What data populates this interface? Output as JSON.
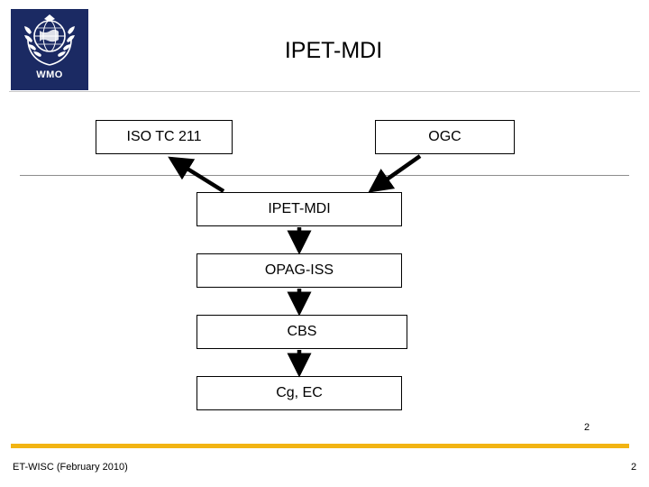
{
  "slide": {
    "title": "IPET-MDI",
    "logo": {
      "label": "WMO"
    },
    "footer": {
      "text": "ET-WISC (February 2010)",
      "page_number_top": "2",
      "page_number_bottom": "2"
    }
  },
  "diagram": {
    "boxes": [
      {
        "id": "iso",
        "label": "ISO TC 211"
      },
      {
        "id": "ogc",
        "label": "OGC"
      },
      {
        "id": "ipet",
        "label": "IPET-MDI"
      },
      {
        "id": "opag",
        "label": "OPAG-ISS"
      },
      {
        "id": "cbs",
        "label": "CBS"
      },
      {
        "id": "cgec",
        "label": "Cg, EC"
      }
    ],
    "connections": [
      {
        "from": "ipet",
        "to": "iso",
        "style": "diagonal-arrow"
      },
      {
        "from": "ogc",
        "to": "ipet",
        "style": "diagonal-arrow"
      },
      {
        "from": "ipet",
        "to": "opag",
        "style": "vertical-arrow"
      },
      {
        "from": "opag",
        "to": "cbs",
        "style": "vertical-arrow"
      },
      {
        "from": "cbs",
        "to": "cgec",
        "style": "vertical-arrow"
      }
    ],
    "colors": {
      "box_border": "#000000",
      "box_fill": "#ffffff",
      "arrow": "#000000",
      "separator_line": "#8d8d8d",
      "footer_bar": "#f2b413",
      "logo_background": "#1b2a63"
    }
  }
}
